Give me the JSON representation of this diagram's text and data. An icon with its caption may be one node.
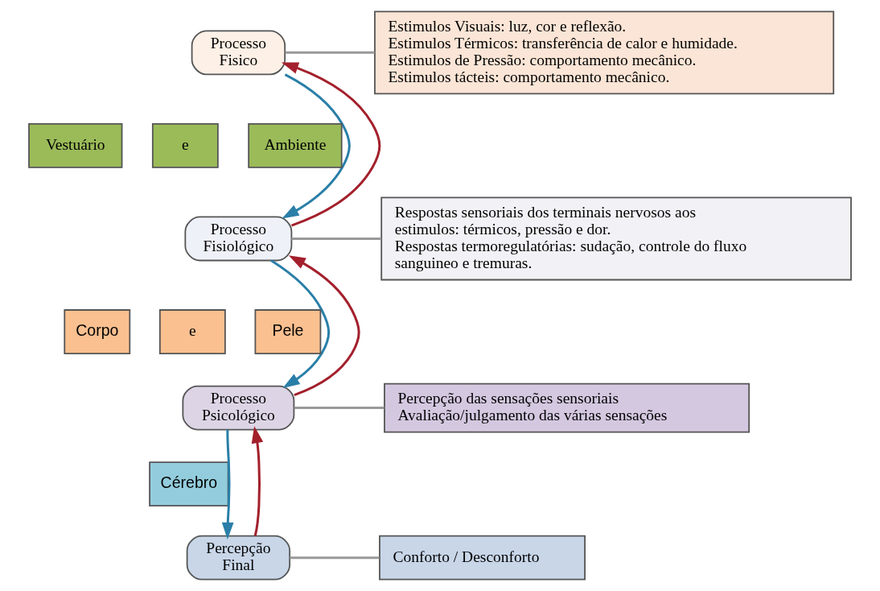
{
  "diagram": {
    "nodes": [
      {
        "text": [
          "Processo Fisico"
        ]
      },
      {
        "text": [
          "Estimulos Visuais: luz, cor e reflexão.",
          "Estimulos Térmicos: transferência de calor e humidade.",
          "Estimulos de Pressão: comportamento mecânico.",
          "Estimulos tácteis: comportamento mecânico."
        ]
      },
      {
        "text": [
          "Vestuário"
        ]
      },
      {
        "text": [
          "e"
        ]
      },
      {
        "text": [
          "Ambiente"
        ]
      },
      {
        "text": [
          "Processo Fisiológico"
        ]
      },
      {
        "text": [
          "Respostas sensoriais dos terminais nervosos aos estimulos: térmicos, pressão e dor.",
          "Respostas termoregulatórias: sudação, controle do fluxo sanguineo e tremuras."
        ]
      },
      {
        "text": [
          "Corpo"
        ]
      },
      {
        "text": [
          "e"
        ]
      },
      {
        "text": [
          "Pele"
        ]
      },
      {
        "text": [
          "Processo Psicológico"
        ]
      },
      {
        "text": [
          "Percepção das sensações sensoriais",
          "Avaliação/julgamento das várias sensações"
        ]
      },
      {
        "text": [
          "Cérebro"
        ]
      },
      {
        "text": [
          "Percepção Final"
        ]
      },
      {
        "text": [
          "Conforto / Desconforto"
        ]
      }
    ],
    "edges": [
      {
        "from": 5,
        "to": 0,
        "arrow": "to",
        "color": "#a3202c"
      },
      {
        "from": 0,
        "to": 5,
        "arrow": "to",
        "color": "#2a7fa8"
      },
      {
        "from": 0,
        "to": 1,
        "arrow": "none"
      },
      {
        "from": 10,
        "to": 5,
        "arrow": "to",
        "color": "#a3202c"
      },
      {
        "from": 5,
        "to": 10,
        "arrow": "to",
        "color": "#2a7fa8"
      },
      {
        "from": 5,
        "to": 6,
        "arrow": "none"
      },
      {
        "from": 13,
        "to": 10,
        "arrow": "to",
        "color": "#a3202c"
      },
      {
        "from": 10,
        "to": 13,
        "arrow": "to",
        "color": "#2a7fa8"
      },
      {
        "from": 10,
        "to": 11,
        "arrow": "none"
      },
      {
        "from": 13,
        "to": 14,
        "arrow": "none"
      }
    ]
  }
}
